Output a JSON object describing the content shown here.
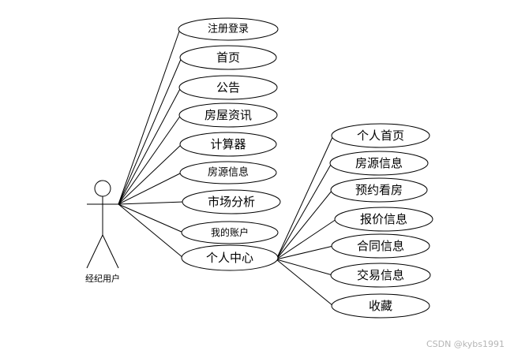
{
  "actor": {
    "label": "经纪用户"
  },
  "primary_use_cases": [
    {
      "id": "register-login",
      "label": "注册登录"
    },
    {
      "id": "home",
      "label": "首页"
    },
    {
      "id": "announcement",
      "label": "公告"
    },
    {
      "id": "housing-news",
      "label": "房屋资讯"
    },
    {
      "id": "calculator",
      "label": "计算器"
    },
    {
      "id": "listing-info",
      "label": "房源信息"
    },
    {
      "id": "market-analysis",
      "label": "市场分析"
    },
    {
      "id": "my-account",
      "label": "我的账户"
    },
    {
      "id": "personal-center",
      "label": "个人中心"
    }
  ],
  "sub_use_cases": [
    {
      "id": "personal-home",
      "label": "个人首页"
    },
    {
      "id": "listing-info",
      "label": "房源信息"
    },
    {
      "id": "book-viewing",
      "label": "预约看房"
    },
    {
      "id": "quote-info",
      "label": "报价信息"
    },
    {
      "id": "contract-info",
      "label": "合同信息"
    },
    {
      "id": "transaction-info",
      "label": "交易信息"
    },
    {
      "id": "favorites",
      "label": "收藏"
    }
  ],
  "watermark": "CSDN @kybs1991"
}
